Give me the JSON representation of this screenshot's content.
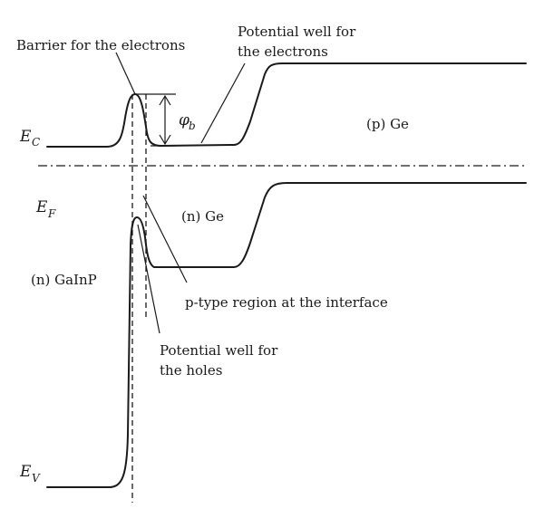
{
  "labels": {
    "barrier_electrons": "Barrier for the electrons",
    "potential_well_electrons_line1": "Potential well for",
    "potential_well_electrons_line2": "the electrons",
    "p_ge": "(p) Ge",
    "n_ge": "(n) Ge",
    "n_gainp": "(n) GaInP",
    "p_type_region": "p-type region at the interface",
    "potential_well_holes_line1": "Potential well for",
    "potential_well_holes_line2": "the holes"
  },
  "symbols": {
    "ec_main": "E",
    "ec_sub": "C",
    "ef_main": "E",
    "ef_sub": "F",
    "ev_main": "E",
    "ev_sub": "V",
    "phi_main": "φ",
    "phi_sub": "b"
  },
  "colors": {
    "ink": "#1a1a1a",
    "background": "#ffffff"
  }
}
